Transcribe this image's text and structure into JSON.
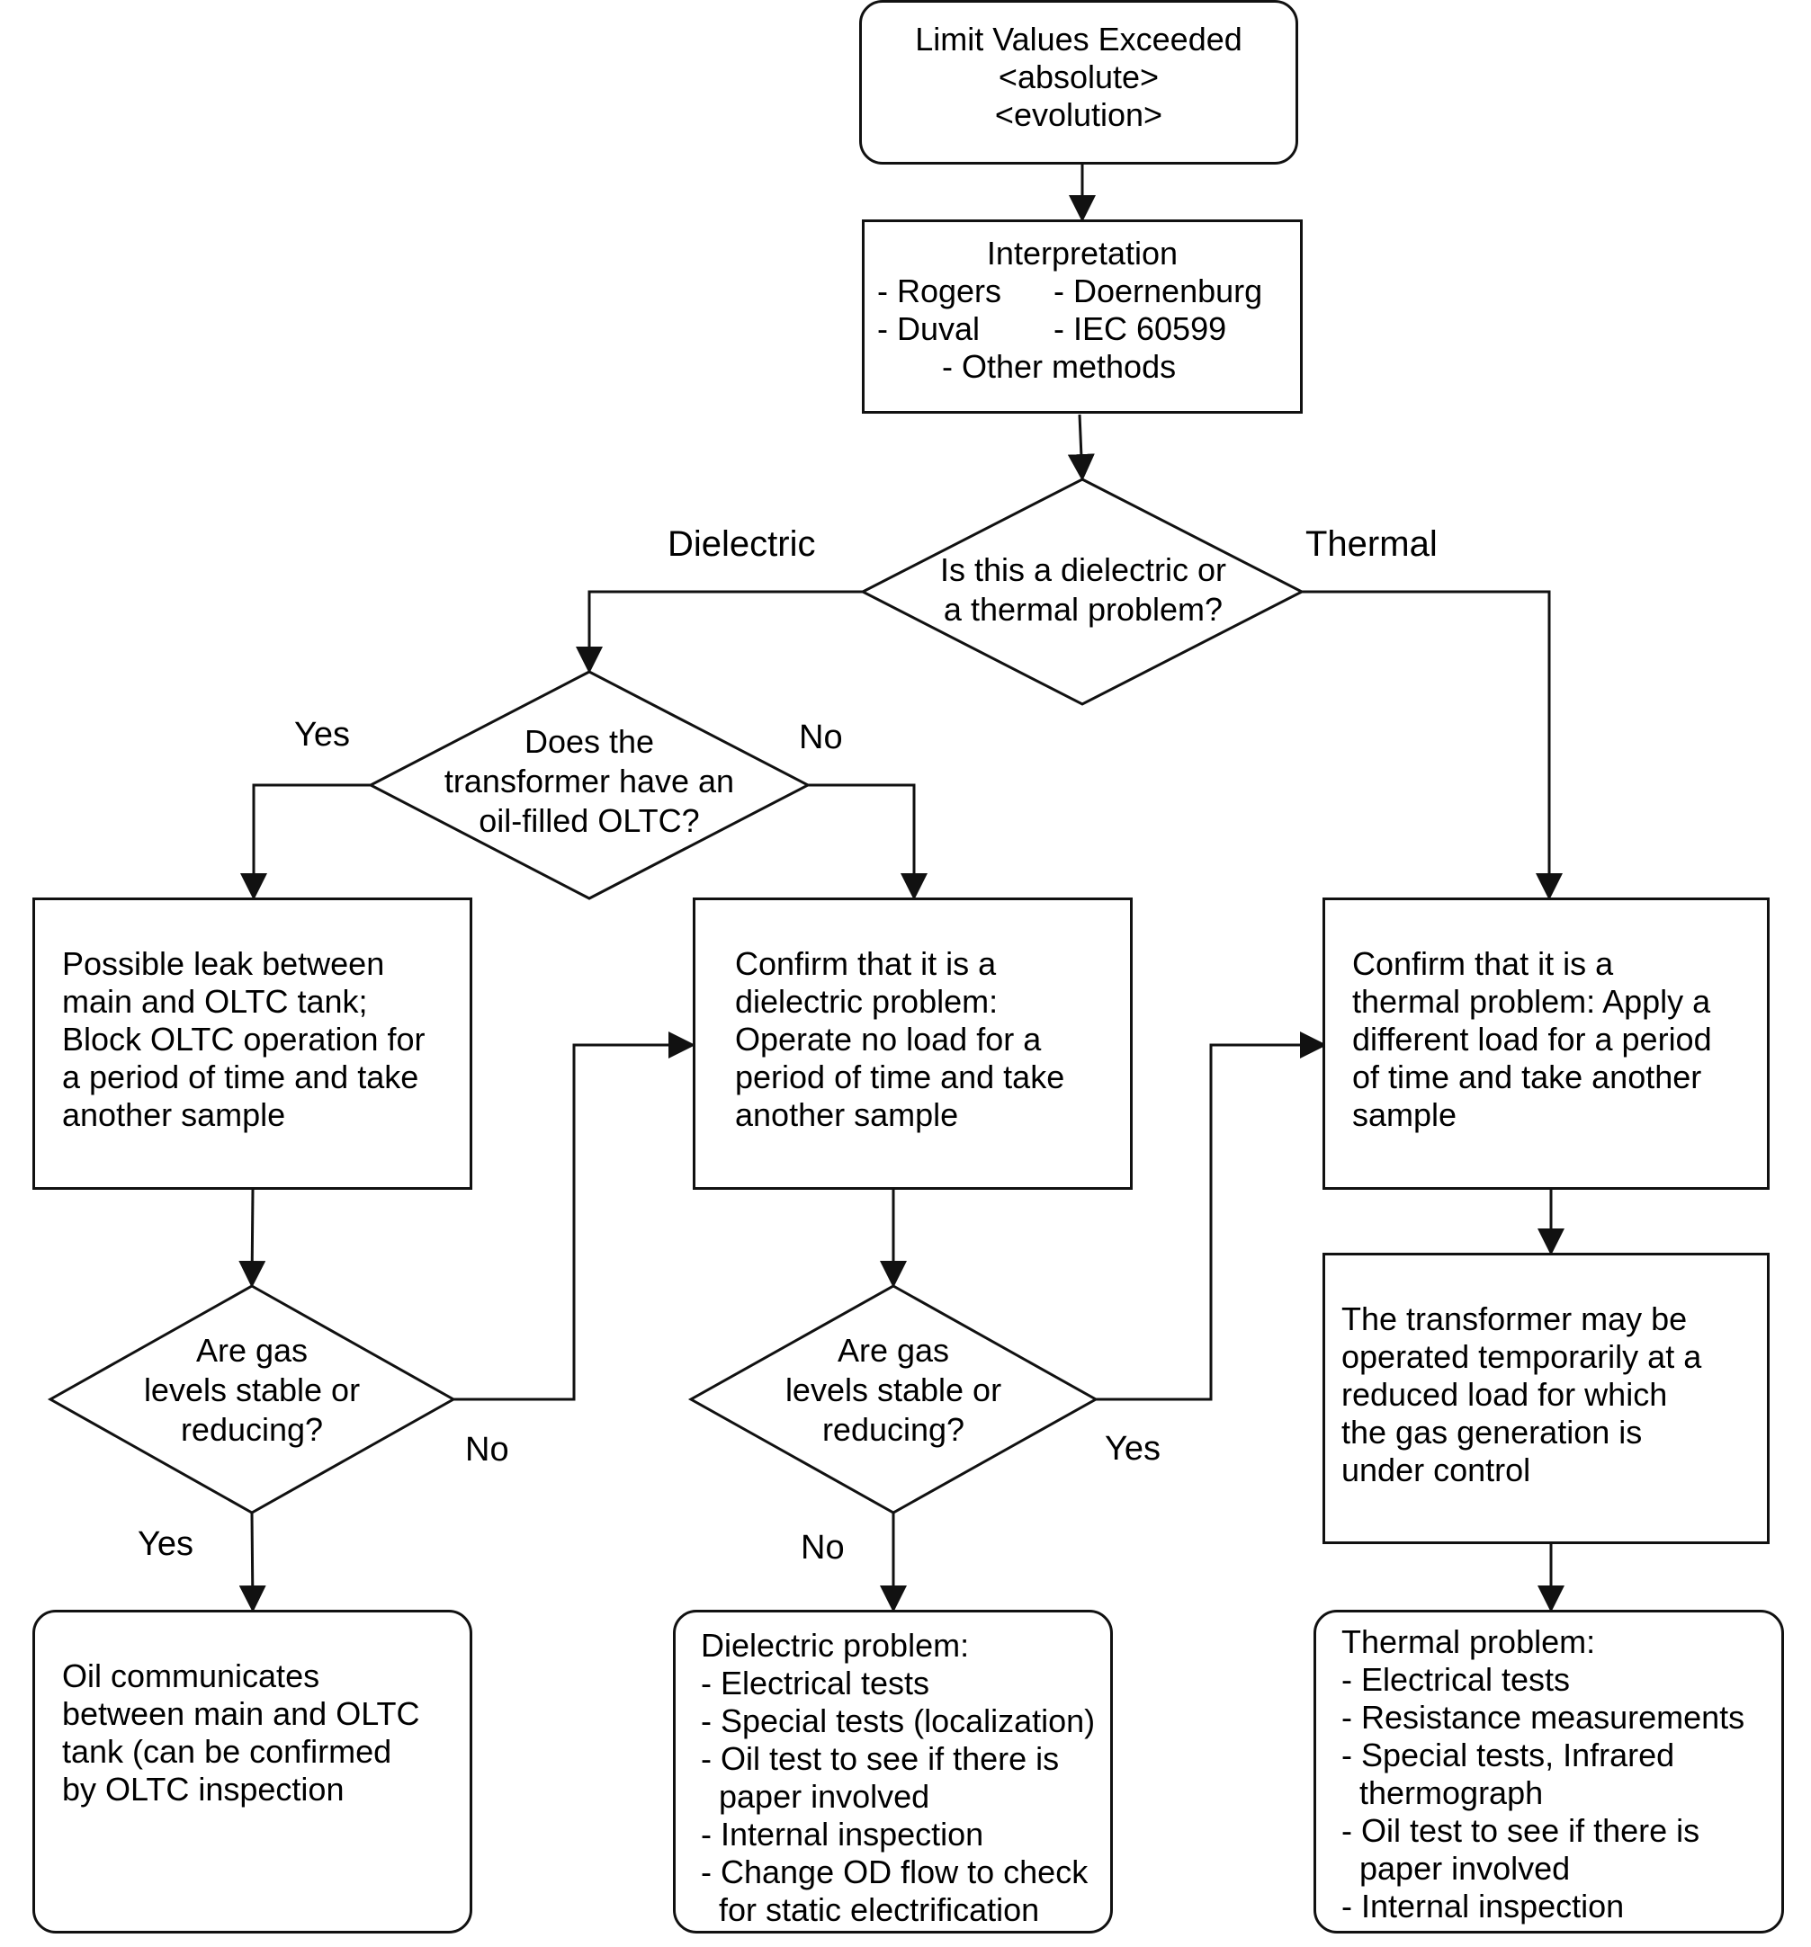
{
  "start": {
    "lines": [
      "Limit Values Exceeded",
      "<absolute>",
      "<evolution>"
    ]
  },
  "interpretation": {
    "title": "Interpretation",
    "methods": [
      "- Rogers",
      "- Doernenburg",
      "- Duval",
      "- IEC 60599"
    ],
    "other": "- Other methods"
  },
  "decision_problem": {
    "lines": [
      "Is this a dielectric or",
      "a thermal problem?"
    ],
    "left_label": "Dielectric",
    "right_label": "Thermal"
  },
  "decision_oltc": {
    "lines": [
      "Does the",
      "transformer have an",
      "oil-filled OLTC?"
    ],
    "yes_label": "Yes",
    "no_label": "No"
  },
  "box_leak": {
    "lines": [
      "Possible leak between",
      "main and OLTC tank;",
      "Block OLTC operation for",
      "a period of time and take",
      "another sample"
    ]
  },
  "box_confirm_dielectric": {
    "lines": [
      "Confirm that it is a",
      "dielectric problem:",
      "Operate no load for a",
      "period of time and take",
      "another sample"
    ]
  },
  "box_confirm_thermal": {
    "lines": [
      "Confirm that it is a",
      "thermal problem: Apply a",
      "different load for a period",
      "of time and take another",
      "sample"
    ]
  },
  "decision_gas_left": {
    "lines": [
      "Are gas",
      "levels stable or",
      "reducing?"
    ],
    "yes_label": "Yes",
    "no_label": "No"
  },
  "decision_gas_middle": {
    "lines": [
      "Are gas",
      "levels stable or",
      "reducing?"
    ],
    "yes_label": "Yes",
    "no_label": "No"
  },
  "box_reduced_load": {
    "lines": [
      "The transformer may be",
      "operated temporarily at a",
      "reduced load for which",
      "the gas generation is",
      "under control"
    ]
  },
  "end_oil": {
    "lines": [
      "Oil communicates",
      "between main and OLTC",
      "tank (can be confirmed",
      "by OLTC inspection"
    ]
  },
  "end_dielectric": {
    "lines": [
      "Dielectric problem:",
      "- Electrical tests",
      "- Special tests (localization)",
      "- Oil test to see if there is",
      "  paper involved",
      "- Internal inspection",
      "- Change OD flow to check",
      "  for static electrification"
    ]
  },
  "end_thermal": {
    "lines": [
      "Thermal problem:",
      "- Electrical tests",
      "- Resistance measurements",
      "- Special tests, Infrared",
      "  thermograph",
      "- Oil test to see if there is",
      "  paper involved",
      "- Internal inspection"
    ]
  }
}
